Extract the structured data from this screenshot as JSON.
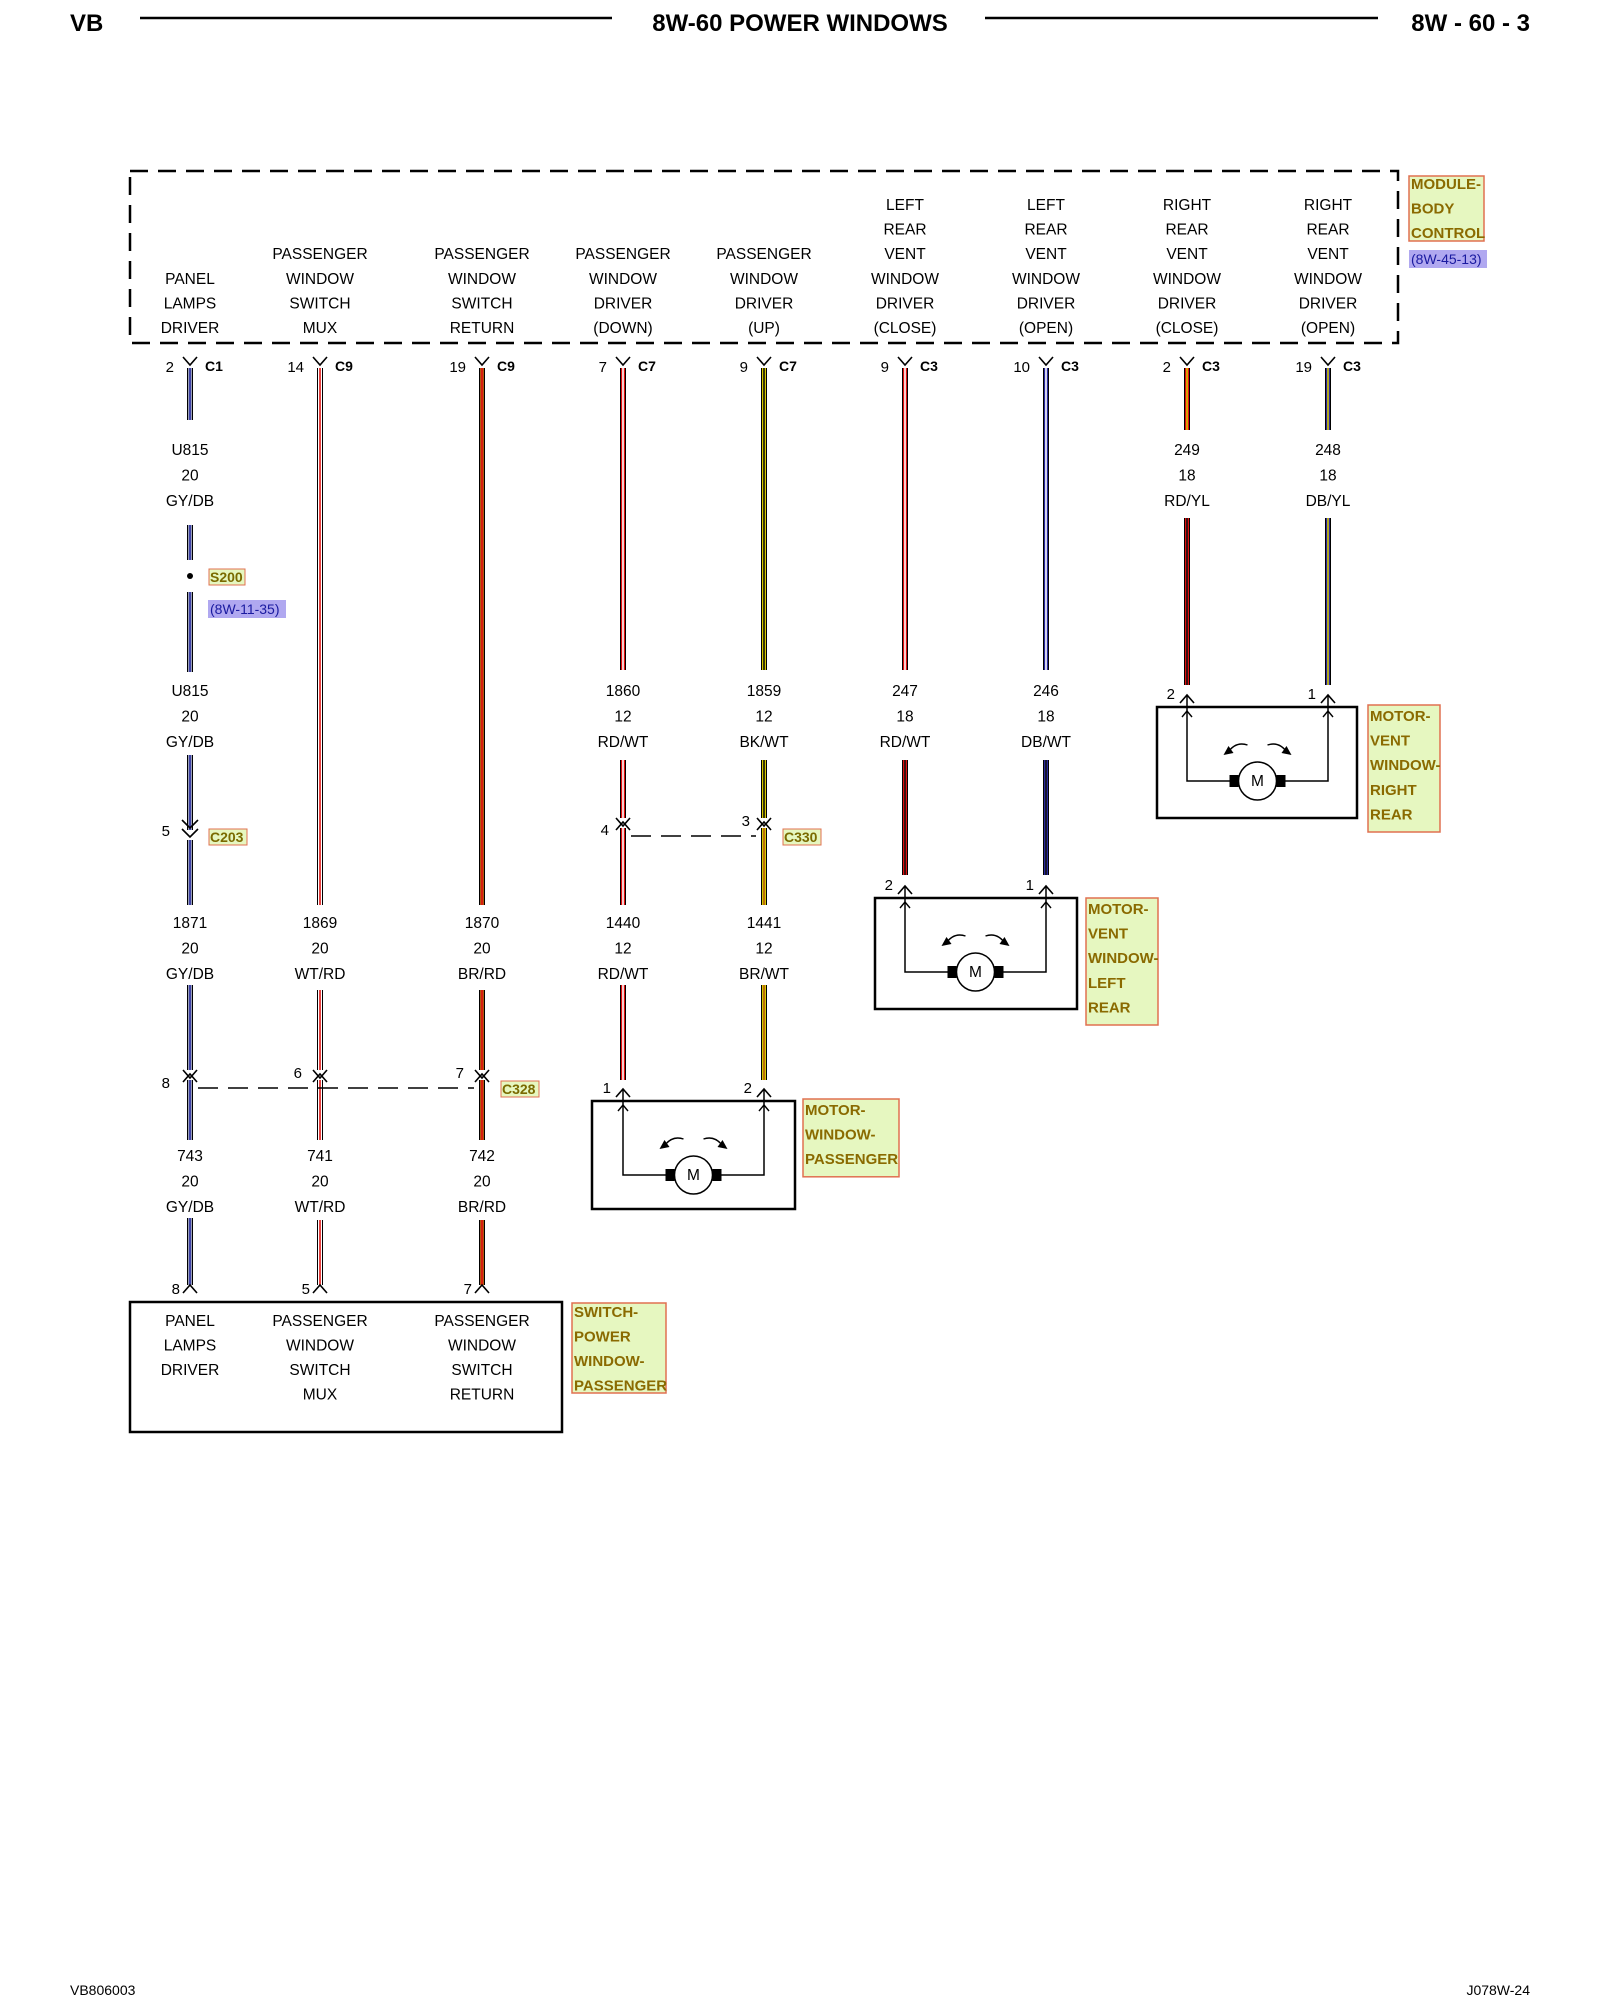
{
  "header": {
    "left": "VB",
    "title": "8W-60 POWER WINDOWS",
    "right": "8W - 60 - 3"
  },
  "footer": {
    "left": "VB806003",
    "right": "J078W-24"
  },
  "module": {
    "name_lines": [
      "MODULE-",
      "BODY",
      "CONTROL"
    ],
    "ref": "(8W-45-13)",
    "columns": [
      {
        "label": [
          "PANEL",
          "LAMPS",
          "DRIVER"
        ],
        "pin": "2",
        "connector": "C1"
      },
      {
        "label": [
          "PASSENGER",
          "WINDOW",
          "SWITCH",
          "MUX"
        ],
        "pin": "14",
        "connector": "C9"
      },
      {
        "label": [
          "PASSENGER",
          "WINDOW",
          "SWITCH",
          "RETURN"
        ],
        "pin": "19",
        "connector": "C9"
      },
      {
        "label": [
          "PASSENGER",
          "WINDOW",
          "DRIVER",
          "(DOWN)"
        ],
        "pin": "7",
        "connector": "C7"
      },
      {
        "label": [
          "PASSENGER",
          "WINDOW",
          "DRIVER",
          "(UP)"
        ],
        "pin": "9",
        "connector": "C7"
      },
      {
        "label": [
          "LEFT",
          "REAR",
          "VENT",
          "WINDOW",
          "DRIVER",
          "(CLOSE)"
        ],
        "pin": "9",
        "connector": "C3"
      },
      {
        "label": [
          "LEFT",
          "REAR",
          "VENT",
          "WINDOW",
          "DRIVER",
          "(OPEN)"
        ],
        "pin": "10",
        "connector": "C3"
      },
      {
        "label": [
          "RIGHT",
          "REAR",
          "VENT",
          "WINDOW",
          "DRIVER",
          "(CLOSE)"
        ],
        "pin": "2",
        "connector": "C3"
      },
      {
        "label": [
          "RIGHT",
          "REAR",
          "VENT",
          "WINDOW",
          "DRIVER",
          "(OPEN)"
        ],
        "pin": "19",
        "connector": "C3"
      }
    ]
  },
  "wires": {
    "u815_a": [
      "U815",
      "20",
      "GY/DB"
    ],
    "u815_b": [
      "U815",
      "20",
      "GY/DB"
    ],
    "w249": [
      "249",
      "18",
      "RD/YL"
    ],
    "w248": [
      "248",
      "18",
      "DB/YL"
    ],
    "w1860": [
      "1860",
      "12",
      "RD/WT"
    ],
    "w1859": [
      "1859",
      "12",
      "BK/WT"
    ],
    "w247": [
      "247",
      "18",
      "RD/WT"
    ],
    "w246": [
      "246",
      "18",
      "DB/WT"
    ],
    "w1871": [
      "1871",
      "20",
      "GY/DB"
    ],
    "w1869": [
      "1869",
      "20",
      "WT/RD"
    ],
    "w1870": [
      "1870",
      "20",
      "BR/RD"
    ],
    "w1440": [
      "1440",
      "12",
      "RD/WT"
    ],
    "w1441": [
      "1441",
      "12",
      "BR/WT"
    ],
    "w743": [
      "743",
      "20",
      "GY/DB"
    ],
    "w741": [
      "741",
      "20",
      "WT/RD"
    ],
    "w742": [
      "742",
      "20",
      "BR/RD"
    ]
  },
  "splice": {
    "name": "S200",
    "ref": "(8W-11-35)"
  },
  "connectors": {
    "c203": {
      "name": "C203",
      "pin": "5"
    },
    "c330": {
      "name": "C330",
      "pin_a": "4",
      "pin_b": "3"
    },
    "c328": {
      "name": "C328",
      "pin_a": "8",
      "pin_b": "6",
      "pin_c": "7"
    }
  },
  "motors": {
    "right_rear": {
      "name_lines": [
        "MOTOR-",
        "VENT",
        "WINDOW-",
        "RIGHT",
        "REAR"
      ],
      "pin_left": "2",
      "pin_right": "1",
      "symbol": "M"
    },
    "left_rear": {
      "name_lines": [
        "MOTOR-",
        "VENT",
        "WINDOW-",
        "LEFT",
        "REAR"
      ],
      "pin_left": "2",
      "pin_right": "1",
      "symbol": "M"
    },
    "passenger": {
      "name_lines": [
        "MOTOR-",
        "WINDOW-",
        "PASSENGER"
      ],
      "pin_left": "1",
      "pin_right": "2",
      "symbol": "M"
    }
  },
  "switch": {
    "name_lines": [
      "SWITCH-",
      "POWER",
      "WINDOW-",
      "PASSENGER"
    ],
    "columns": [
      {
        "label": [
          "PANEL",
          "LAMPS",
          "DRIVER"
        ],
        "pin": "8"
      },
      {
        "label": [
          "PASSENGER",
          "WINDOW",
          "SWITCH",
          "MUX"
        ],
        "pin": "5"
      },
      {
        "label": [
          "PASSENGER",
          "WINDOW",
          "SWITCH",
          "RETURN"
        ],
        "pin": "7"
      }
    ]
  },
  "colors": {
    "GY": "#9aa0b8",
    "DB": "#2a2aa0",
    "WT": "#ffffff",
    "RD": "#e01010",
    "BR": "#b45a10",
    "BK": "#111111",
    "YL": "#d6c800",
    "highlight_fill": "#e6f7c0",
    "highlight_stroke": "#e07050",
    "ref_fill": "#b0a8f0"
  }
}
